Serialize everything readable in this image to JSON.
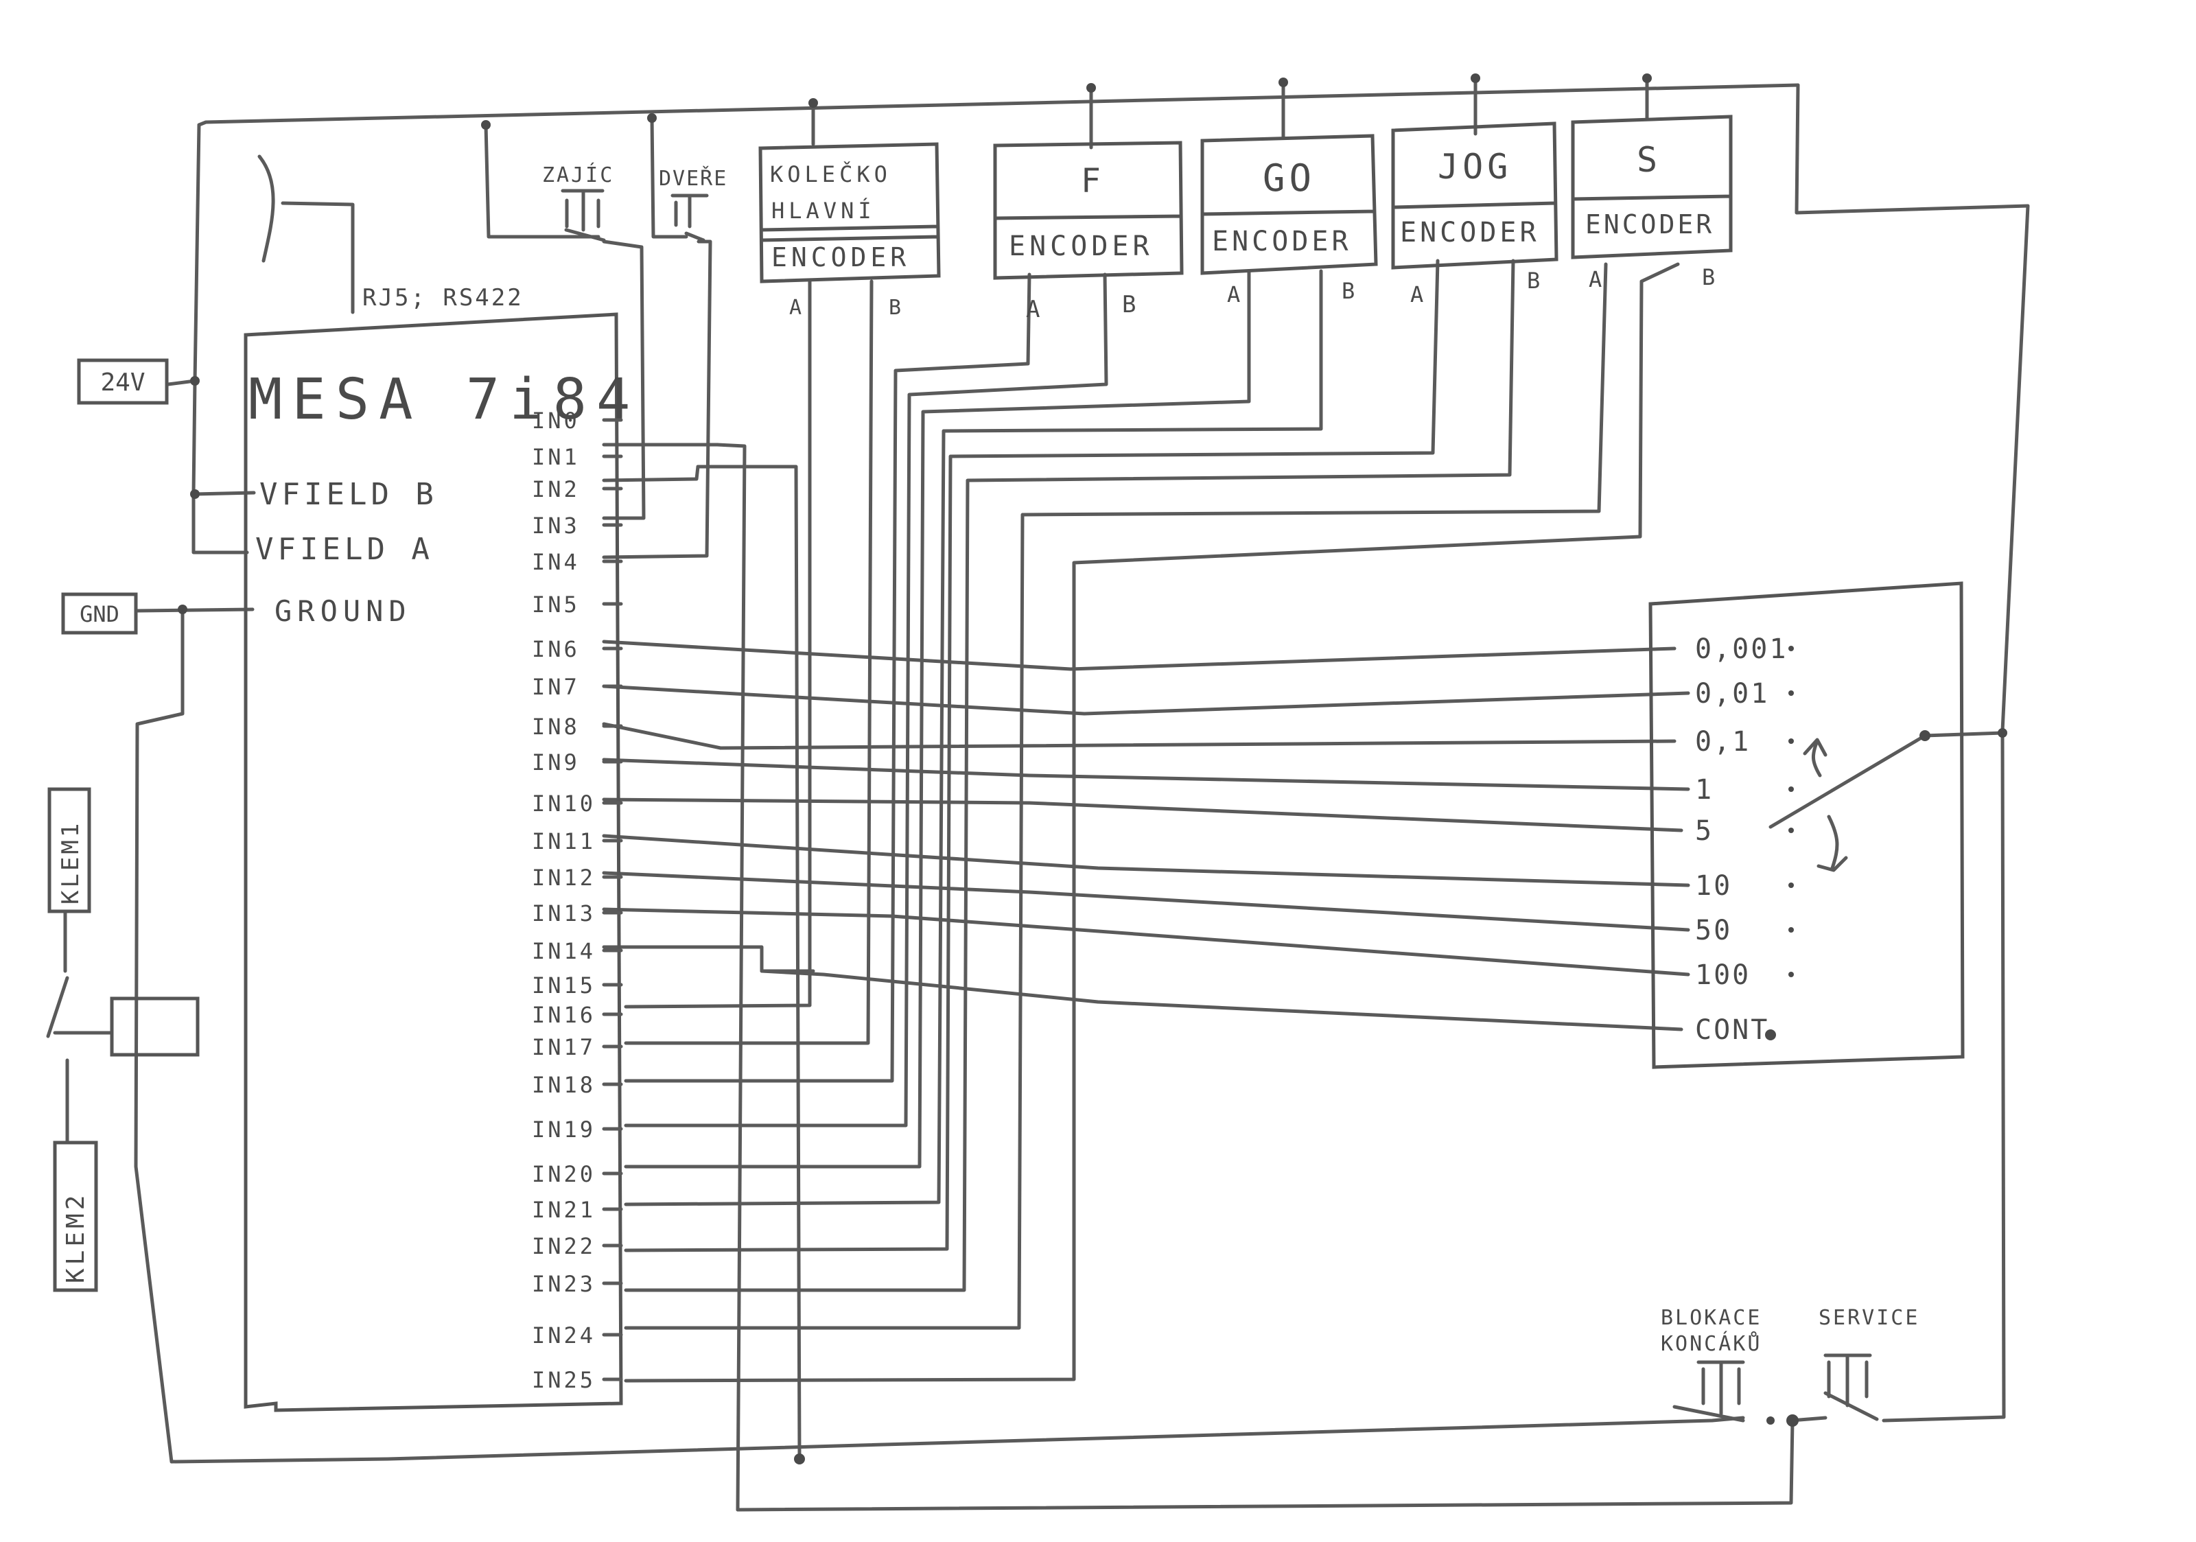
{
  "board": {
    "title": "MESA 7i84",
    "rj_label": "RJ5; RS422"
  },
  "power": {
    "v24": "24V",
    "gnd": "GND"
  },
  "board_pins": {
    "vfieldb": "VFIELD B",
    "vfielda": "VFIELD A",
    "ground": "GROUND"
  },
  "inputs": [
    "IN0",
    "IN1",
    "IN2",
    "IN3",
    "IN4",
    "IN5",
    "IN6",
    "IN7",
    "IN8",
    "IN9",
    "IN10",
    "IN11",
    "IN12",
    "IN13",
    "IN14",
    "IN15",
    "IN16",
    "IN17",
    "IN18",
    "IN19",
    "IN20",
    "IN21",
    "IN22",
    "IN23",
    "IN24",
    "IN25"
  ],
  "buttons": {
    "zajic": "ZAJÍC",
    "dvere": "DVEŘE",
    "blokace_line1": "BLOKACE",
    "blokace_line2": "KONCÁKŮ",
    "service": "SERVICE"
  },
  "encoders": [
    {
      "name_line1": "KOLEČKO",
      "name_line2": "HLAVNÍ",
      "type": "ENCODER",
      "a": "A",
      "b": "B"
    },
    {
      "name_line1": "F",
      "name_line2": "",
      "type": "ENCODER",
      "a": "A",
      "b": "B"
    },
    {
      "name_line1": "GO",
      "name_line2": "",
      "type": "ENCODER",
      "a": "A",
      "b": "B"
    },
    {
      "name_line1": "JOG",
      "name_line2": "",
      "type": "ENCODER",
      "a": "A",
      "b": "B"
    },
    {
      "name_line1": "S",
      "name_line2": "",
      "type": "ENCODER",
      "a": "A",
      "b": "B"
    }
  ],
  "selector": {
    "positions": [
      "0,001",
      "0,01",
      "0,1",
      "1",
      "5",
      "10",
      "50",
      "100",
      "CONT"
    ]
  },
  "klem": {
    "k1": "KLEM1",
    "k2": "KLEM2"
  }
}
